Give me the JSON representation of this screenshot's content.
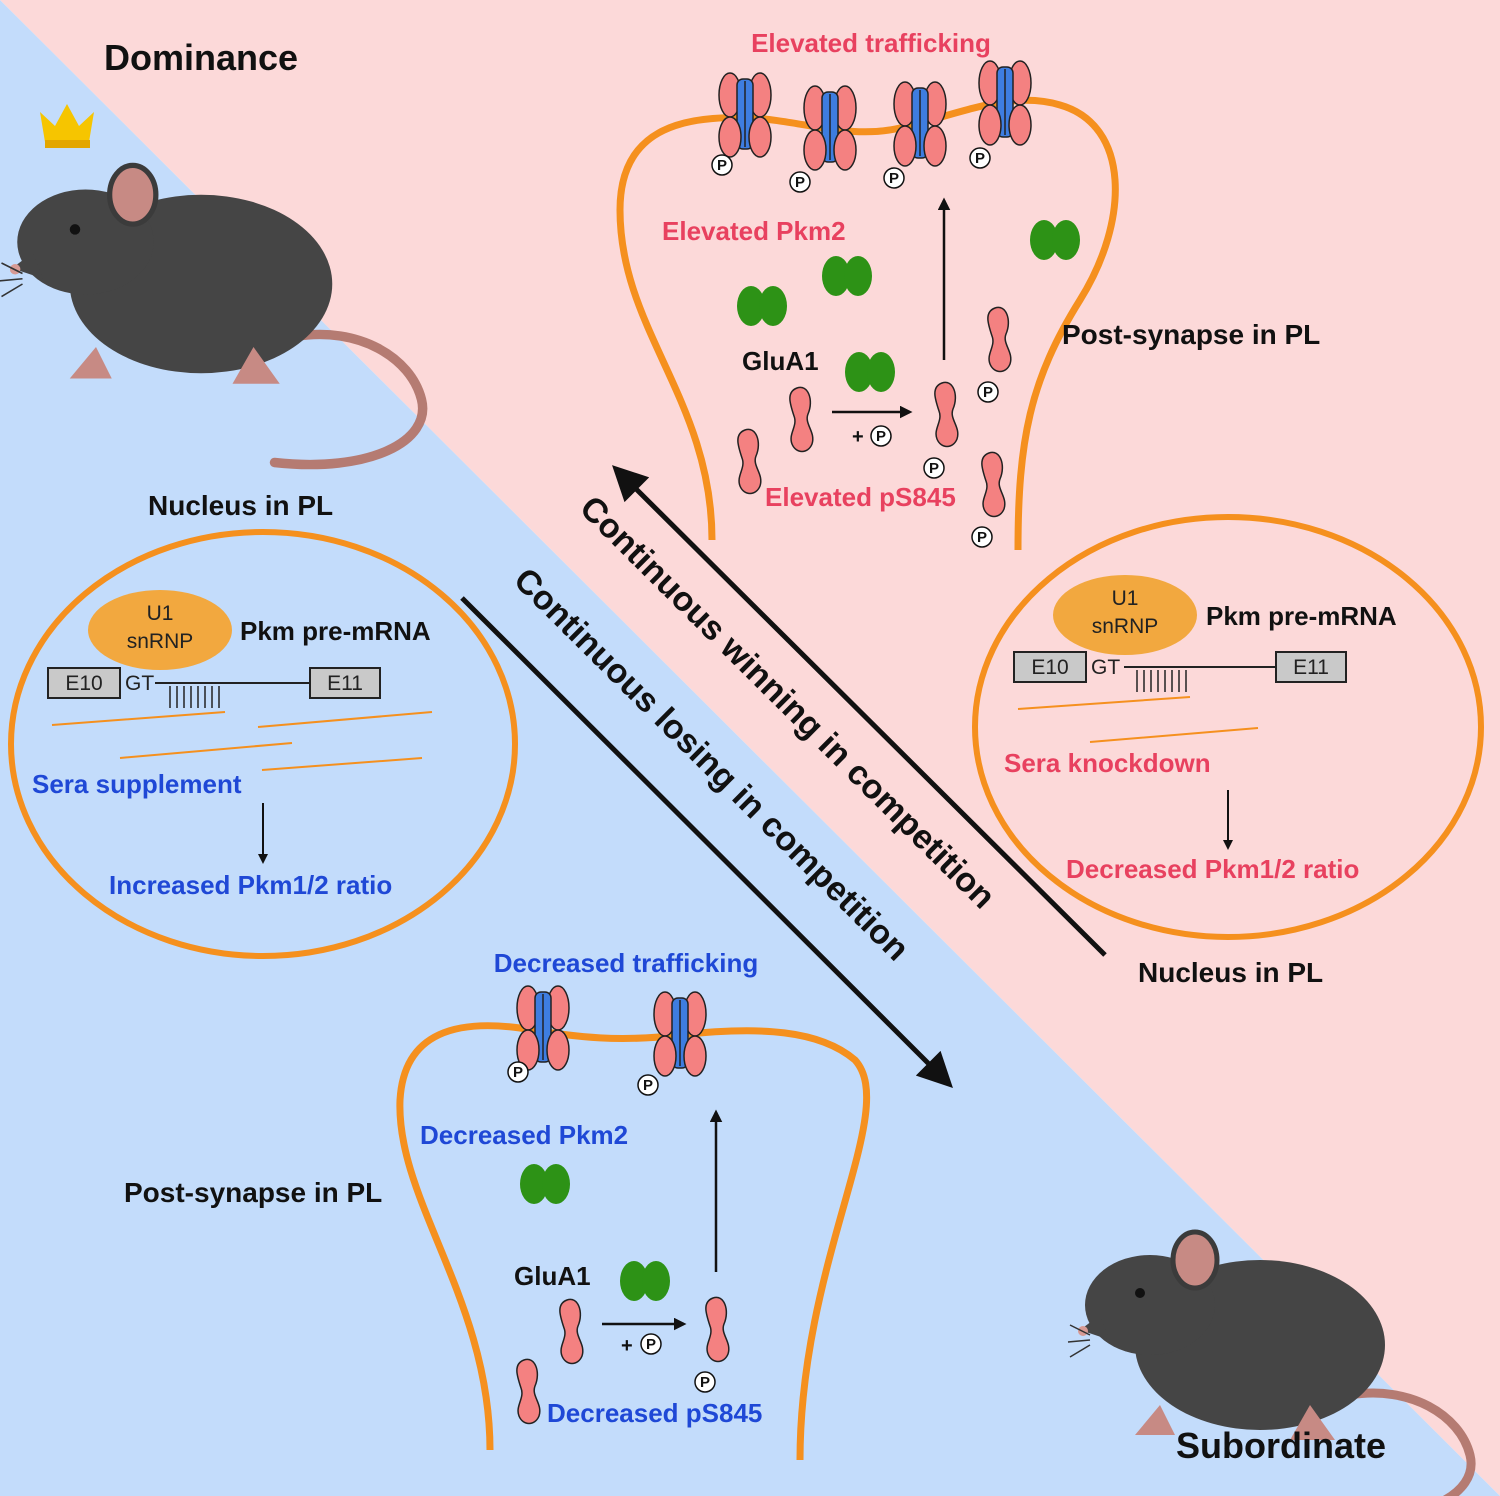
{
  "labels": {
    "dominance": "Dominance",
    "subordinate": "Subordinate",
    "post_synapse_top": "Post-synapse in PL",
    "post_synapse_bottom": "Post-synapse in PL",
    "nucleus_left": "Nucleus in PL",
    "nucleus_right": "Nucleus in PL",
    "arrow_winning": "Continuous winning in competition",
    "arrow_losing": "Continuous losing in competition"
  },
  "top_synapse": {
    "trafficking": "Elevated trafficking",
    "pkm2": "Elevated Pkm2",
    "glua1": "GluA1",
    "ps845": "Elevated pS845",
    "plus_p": "+",
    "p": "P"
  },
  "bottom_synapse": {
    "trafficking": "Decreased trafficking",
    "pkm2": "Decreased Pkm2",
    "glua1": "GluA1",
    "ps845": "Decreased pS845",
    "plus_p": "+",
    "p": "P"
  },
  "left_nucleus": {
    "u1_line1": "U1",
    "u1_line2": "snRNP",
    "pre_mrna": "Pkm pre-mRNA",
    "e10": "E10",
    "gt": "GT",
    "e11": "E11",
    "treatment": "Sera supplement",
    "result": "Increased Pkm1/2 ratio"
  },
  "right_nucleus": {
    "u1_line1": "U1",
    "u1_line2": "snRNP",
    "pre_mrna": "Pkm pre-mRNA",
    "e10": "E10",
    "gt": "GT",
    "e11": "E11",
    "treatment": "Sera knockdown",
    "result": "Decreased Pkm1/2 ratio"
  },
  "colors": {
    "background_top": "#fcd9d9",
    "background_bottom": "#c3dcfb",
    "membrane": "#f5901e",
    "receptor": "#f48181",
    "channel": "#3e7de0",
    "pkm2": "#2d9216",
    "u1": "#f2a83f",
    "red_text": "#e8415f",
    "blue_text": "#1f48d6"
  },
  "icons": [
    "crown-icon",
    "mouse-icon",
    "phosphate-icon",
    "receptor-icon",
    "pkm2-dimer-icon"
  ]
}
